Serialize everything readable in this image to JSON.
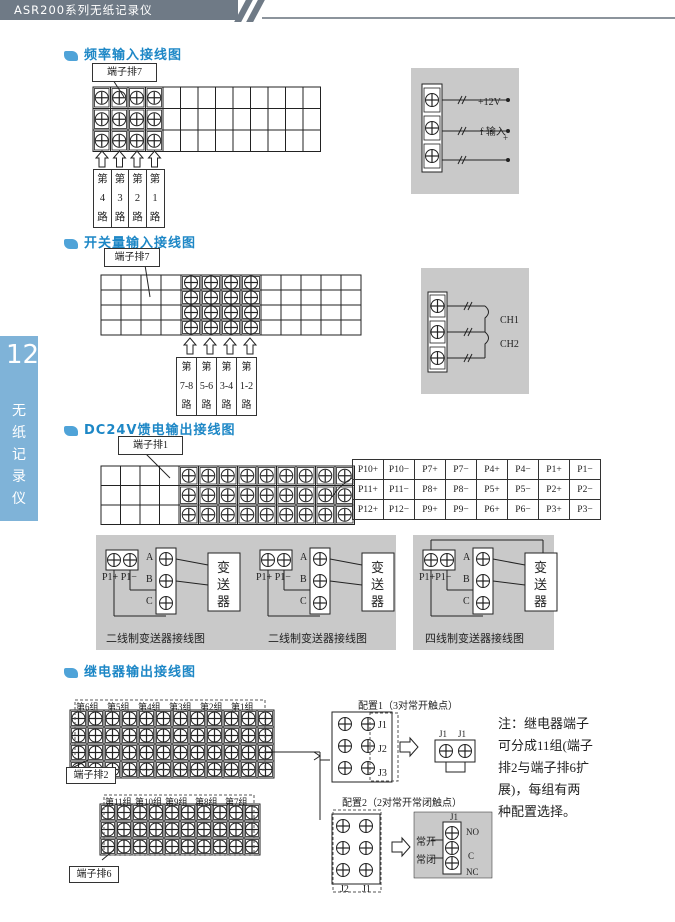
{
  "header": {
    "title": "ASR200系列无纸记录仪"
  },
  "side_tab": {
    "number": "12",
    "label": "无纸记录仪"
  },
  "sections": {
    "freq": "频率输入接线图",
    "switch": "开关量输入接线图",
    "dc24": "DC24V馈电输出接线图",
    "relay": "继电器输出接线图"
  },
  "freq": {
    "block_label": "端子排7",
    "paths": [
      [
        "第",
        "4",
        "路"
      ],
      [
        "第",
        "3",
        "路"
      ],
      [
        "第",
        "2",
        "路"
      ],
      [
        "第",
        "1",
        "路"
      ]
    ],
    "terms": [
      "+12V",
      "f 输入",
      "+",
      "−"
    ]
  },
  "switch": {
    "block_label": "端子排7",
    "paths": [
      [
        "第",
        "7-8",
        "路"
      ],
      [
        "第",
        "5-6",
        "路"
      ],
      [
        "第",
        "3-4",
        "路"
      ],
      [
        "第",
        "1-2",
        "路"
      ]
    ],
    "channels": [
      "CH1",
      "CH2"
    ]
  },
  "dc24": {
    "block_label": "端子排1",
    "table": [
      [
        "P10+",
        "P10−",
        "P7+",
        "P7−",
        "P4+",
        "P4−",
        "P1+",
        "P1−"
      ],
      [
        "P11+",
        "P11−",
        "P8+",
        "P8−",
        "P5+",
        "P5−",
        "P2+",
        "P2−"
      ],
      [
        "P12+",
        "P12−",
        "P9+",
        "P9−",
        "P6+",
        "P6−",
        "P3+",
        "P3−"
      ]
    ],
    "diagrams": [
      {
        "caption": "二线制变送器接线图",
        "p": "P1+ P1−",
        "tx": [
          "变",
          "送",
          "器"
        ],
        "abc": [
          "A",
          "B",
          "C"
        ]
      },
      {
        "caption": "二线制变送器接线图",
        "p": "P1+ P1−",
        "tx": [
          "变",
          "送",
          "器"
        ],
        "abc": [
          "A",
          "B",
          "C"
        ]
      },
      {
        "caption": "四线制变送器接线图",
        "p": "P1+P1−",
        "tx": [
          "变",
          "送",
          "器"
        ],
        "abc": [
          "A",
          "B",
          "C"
        ]
      }
    ]
  },
  "relay": {
    "top_groups": [
      "第6组",
      "第5组",
      "第4组",
      "第3组",
      "第2组",
      "第1组"
    ],
    "top_block": "端子排2",
    "bottom_groups": [
      "第11组",
      "第10组",
      "第9组",
      "第8组",
      "第7组"
    ],
    "bottom_block": "端子排6",
    "config1": "配置1（3对常开触点）",
    "config2": "配置2（2对常开常闭触点）",
    "j_labels": [
      "J1",
      "J2",
      "J3"
    ],
    "j_pair": [
      "J1",
      "J1"
    ],
    "c2_j": [
      "J2",
      "J1"
    ],
    "contacts": {
      "j": "J1",
      "no": "NO",
      "c": "C",
      "nc": "NC",
      "open": "常开",
      "closed": "常闭"
    },
    "note": "注：继电器端子可分成11组(端子排2与端子排6扩展)，每组有两种配置选择。"
  },
  "colors": {
    "accent": "#1d87c6",
    "tab": "#7fb3d8",
    "panel": "#c9c9c9"
  }
}
